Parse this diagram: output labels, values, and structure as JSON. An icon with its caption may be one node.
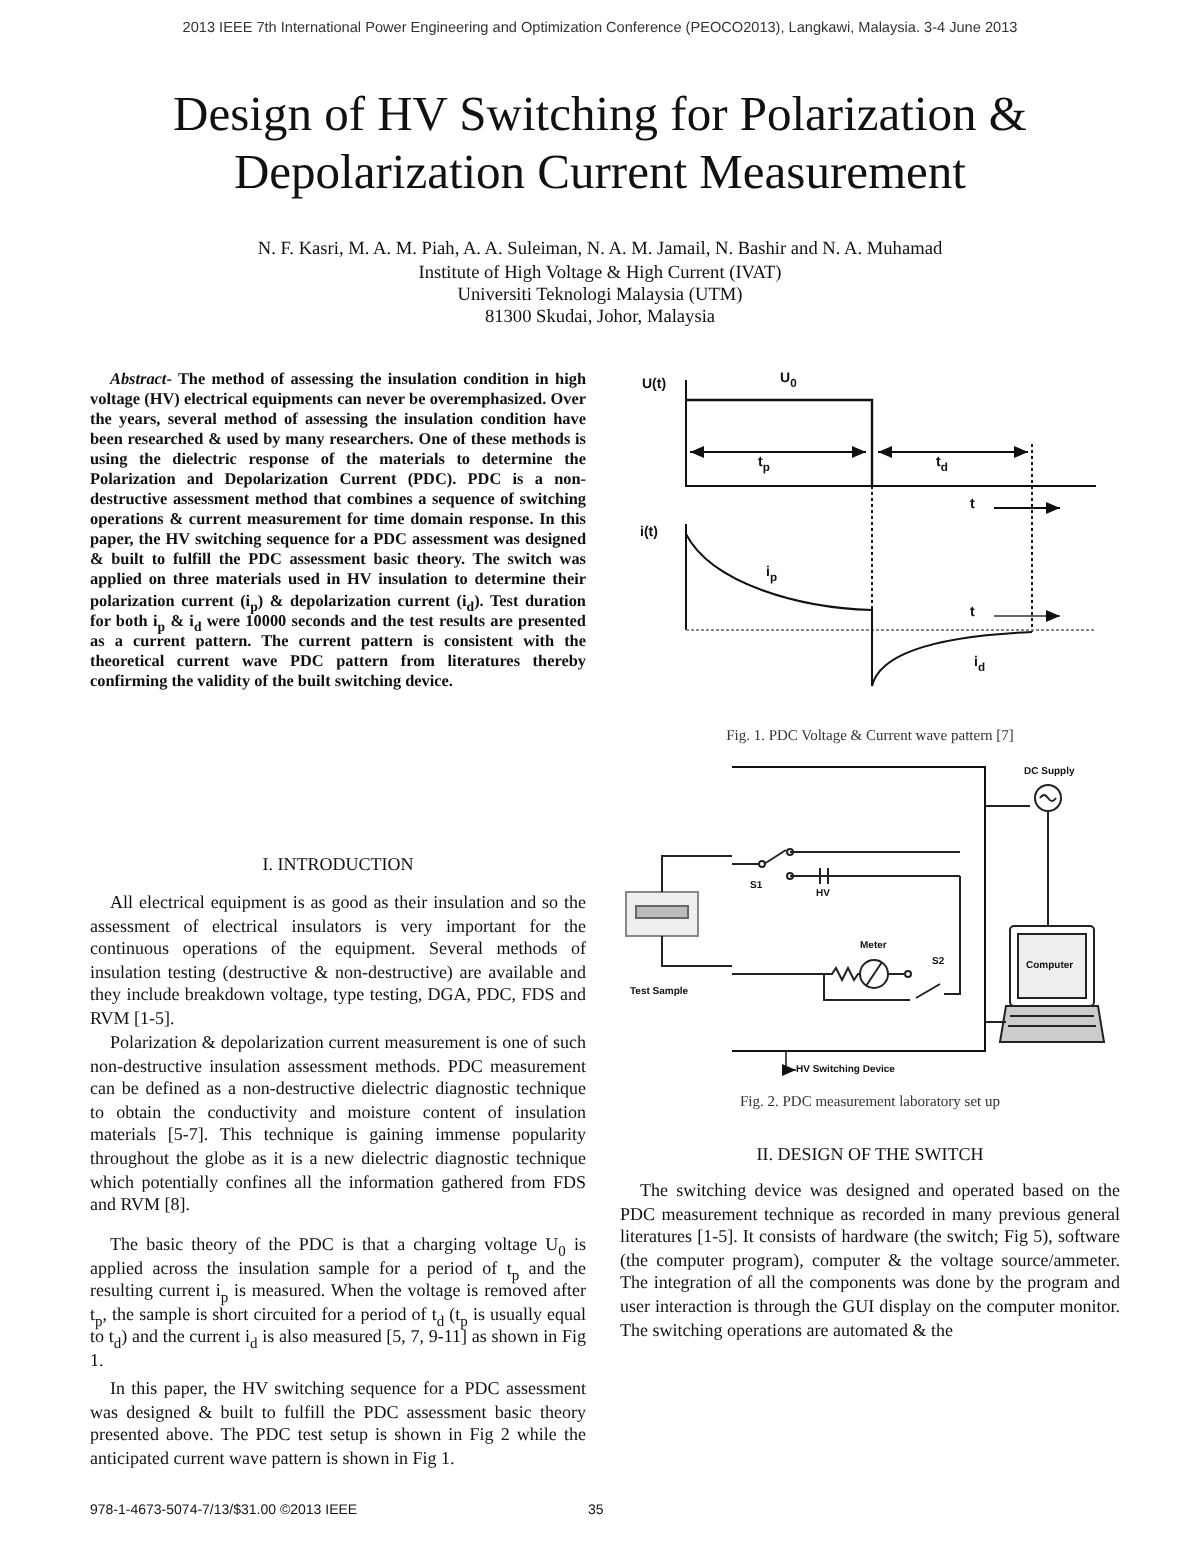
{
  "diagram": {
    "title": "Design of HV Switching for Polarization & Depolarization Current Measurement",
    "nodes": [
      {
        "text": [
          "HV Switching Device"
        ]
      },
      {
        "text": [],
        "shape": "box"
      }
    ],
    "edges": [
      {
        "from": 1,
        "to": 0,
        "arrow": "to"
      }
    ],
    "labels": [
      "2013 IEEE 7th International Power Engineering and Optimization Conference (PEOCO2013), Langkawi, Malaysia. 3-4 June 2013",
      "N. F. Kasri, M. A. M. Piah, A. A. Suleiman, N. A. M. Jamail, N. Bashir and N. A. Muhamad",
      "Institute of High Voltage & High Current (IVAT)",
      "Universiti Teknologi Malaysia (UTM)",
      "81300 Skudai, Johor, Malaysia",
      "*Abstract*- The method of assessing the insulation condition in high voltage (HV) electrical equipments can never be overemphasized. Over the years, several method of assessing the insulation condition have been researched & used by many researchers. One of these methods is using the dielectric response of the materials to determine the Polarization and Depolarization Current (PDC). PDC is a non-destructive assessment method that combines a sequence of switching operations & current measurement for time domain response. In this paper, the HV switching sequence for a PDC assessment was designed & built to fulfill the PDC assessment basic theory. The switch was applied on three materials used in HV insulation to determine their polarization current (i$_{p}$) & depolarization current (i$_{d}$). Test duration for both i$_{p}$ & i$_{d}$ were 10000 seconds and the test results are presented as a current pattern. The current pattern is consistent with the theoretical current wave PDC pattern from literatures thereby confirming the validity of the built switching device.",
      "I. INTRODUCTION",
      "All electrical equipment is as good as their insulation and so the assessment of electrical insulators is very important for the continuous operations of the equipment. Several methods of insulation testing (destructive & non-destructive) are available and they include breakdown voltage, type testing, DGA, PDC, FDS and RVM [1-5].",
      "Polarization & depolarization current measurement is one of such non-destructive insulation assessment methods. PDC measurement can be defined as a non-destructive dielectric diagnostic technique to obtain the conductivity and moisture content of insulation materials [5-7]. This technique is gaining immense popularity throughout the globe as it is a new dielectric diagnostic technique which potentially confines all the information gathered from FDS and RVM [8].",
      "The basic theory of the PDC is that a charging voltage U$_{0}$ is applied across the insulation sample for a period of t$_{p}$ and the resulting current i$_{p}$ is measured. When the voltage is removed after t$_{p}$, the sample is short circuited for a period of t$_{d}$ (t$_{p}$ is usually equal to t$_{d}$) and the current i$_{d}$ is also measured [5, 7, 9-11] as shown in Fig 1.",
      "In this paper, the HV switching sequence for a PDC assessment was designed & built to fulfill the PDC assessment basic theory presented above. The PDC test setup is shown in Fig 2 while the anticipated current wave pattern is shown in Fig 1.",
      "U(t)",
      "U$_{0}$",
      "t$_{p}$",
      "t$_{d}$",
      "t",
      "i(t)",
      "i$_{p}$",
      "t",
      "i$_{d}$",
      "Fig. 1. PDC Voltage & Current wave pattern [7]",
      "DC Supply",
      "S1",
      "HV",
      "Meter",
      "S2",
      "Test Sample",
      "Computer",
      "Fig. 2. PDC measurement laboratory set up",
      "II. DESIGN OF THE SWITCH",
      "The switching device was designed and operated based on the PDC measurement technique as recorded in many previous general literatures [1-5]. It consists of hardware (the switch; Fig 5), software (the computer program), computer & the voltage source/ammeter. The integration of all the components was done by the program and user interaction is through the GUI display on the computer monitor. The switching operations are automated & the",
      "978-1-4673-5074-7/13/$31.00 ©2013 IEEE",
      "35"
    ]
  }
}
